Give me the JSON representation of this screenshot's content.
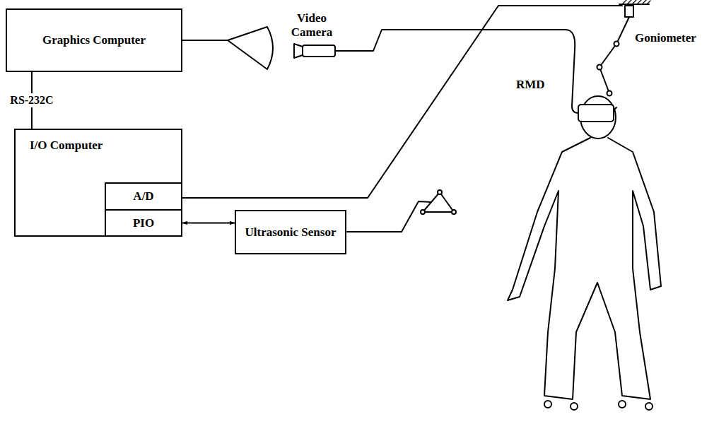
{
  "diagram": {
    "nodes": [
      {
        "text": [
          "Graphics Computer"
        ]
      },
      {
        "text": [
          "I/O Computer"
        ]
      },
      {
        "text": [
          "A/D"
        ],
        "in": 1
      },
      {
        "text": [
          "PIO"
        ],
        "in": 1
      },
      {
        "text": [
          "Ultrasonic Sensor"
        ]
      }
    ],
    "edges": [
      {
        "from": 0,
        "to": 1,
        "label": "RS-232C",
        "arrow": "none"
      },
      {
        "from": 3,
        "to": 4,
        "arrow": "both"
      }
    ],
    "labels": [
      "Video Camera",
      "RMD",
      "Goniometer"
    ]
  }
}
